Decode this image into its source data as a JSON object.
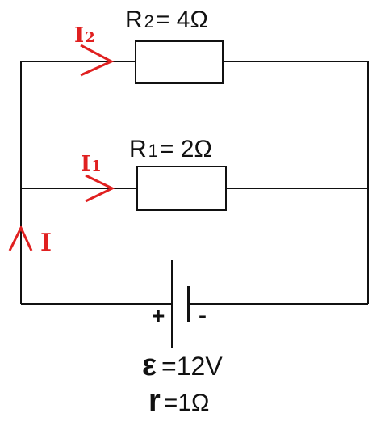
{
  "resistor_2": {
    "name": "R",
    "subscript": "2",
    "value": "= 4Ω"
  },
  "resistor_1": {
    "name": "R",
    "subscript": "1",
    "value": "= 2Ω"
  },
  "currents": {
    "total": "I",
    "branch_2": {
      "name": "I",
      "subscript": "2"
    },
    "branch_1": {
      "name": "I",
      "subscript": "1"
    }
  },
  "battery": {
    "positive": "+",
    "negative": "-",
    "emf_symbol": "ε",
    "emf_value": "=12V",
    "internal_symbol": "r",
    "internal_value": "=1Ω"
  },
  "colors": {
    "wire": "#111111",
    "current": "#e02020"
  }
}
